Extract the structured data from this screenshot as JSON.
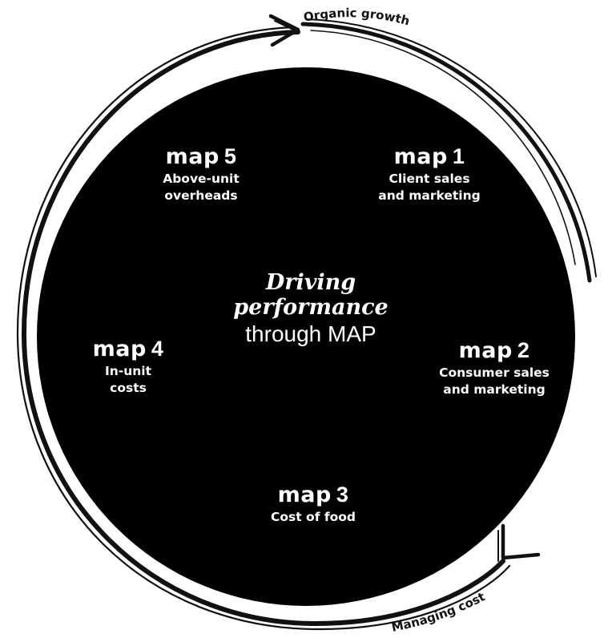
{
  "cycle_labels": {
    "top": "Organic growth",
    "bottom": "Managing cost"
  },
  "center": {
    "line1": "Driving",
    "line2": "performance",
    "line3": "through MAP"
  },
  "brand_mark": "map",
  "map_items": [
    {
      "number": "1",
      "label_line1": "Client sales",
      "label_line2": "and marketing"
    },
    {
      "number": "2",
      "label_line1": "Consumer sales",
      "label_line2": "and marketing"
    },
    {
      "number": "3",
      "label_line1": "Cost of food",
      "label_line2": ""
    },
    {
      "number": "4",
      "label_line1": "In-unit",
      "label_line2": "costs"
    },
    {
      "number": "5",
      "label_line1": "Above-unit",
      "label_line2": "overheads"
    }
  ],
  "colors": {
    "circle": "#000000",
    "text_on_circle": "#ffffff",
    "strokes": "#111111"
  }
}
